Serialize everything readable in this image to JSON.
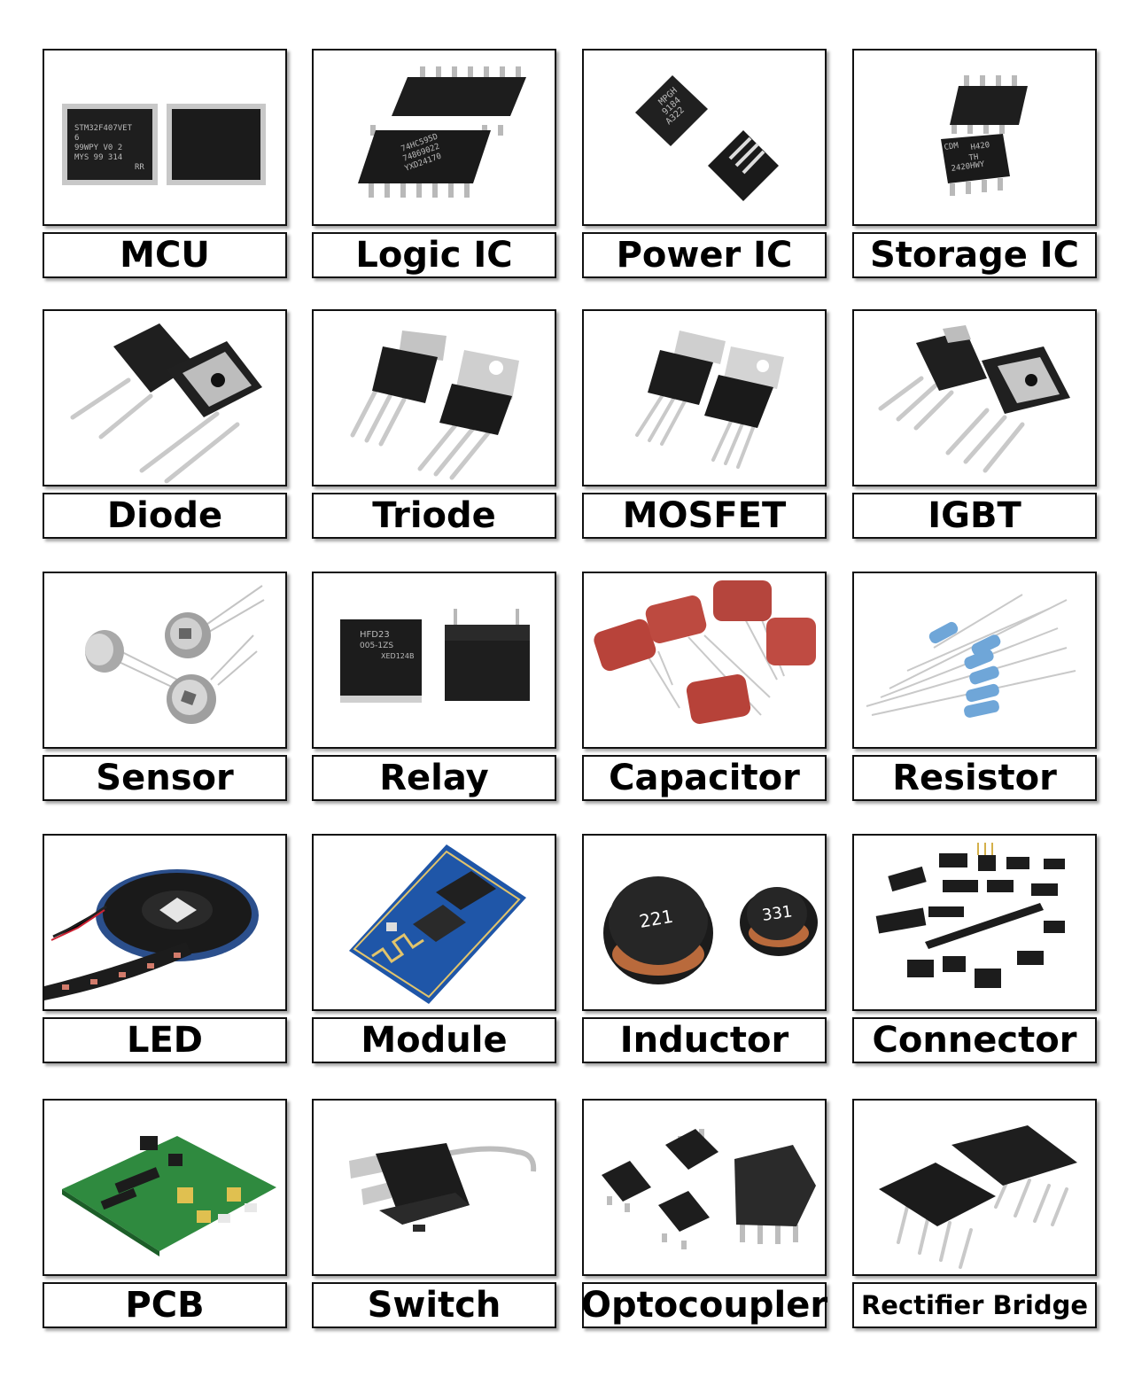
{
  "categories": [
    {
      "label": "MCU",
      "icon": "qfp-chip-icon"
    },
    {
      "label": "Logic IC",
      "icon": "soic-chip-icon"
    },
    {
      "label": "Power IC",
      "icon": "qfn-chip-icon"
    },
    {
      "label": "Storage IC",
      "icon": "soic8-chip-icon"
    },
    {
      "label": "Diode",
      "icon": "to247-diode-icon"
    },
    {
      "label": "Triode",
      "icon": "to220-transistor-icon"
    },
    {
      "label": "MOSFET",
      "icon": "to220-mosfet-icon"
    },
    {
      "label": "IGBT",
      "icon": "to247-igbt-icon"
    },
    {
      "label": "Sensor",
      "icon": "pir-sensor-icon"
    },
    {
      "label": "Relay",
      "icon": "relay-icon"
    },
    {
      "label": "Capacitor",
      "icon": "film-capacitor-icon"
    },
    {
      "label": "Resistor",
      "icon": "resistor-icon"
    },
    {
      "label": "LED",
      "icon": "led-strip-icon"
    },
    {
      "label": "Module",
      "icon": "wifi-module-icon"
    },
    {
      "label": "Inductor",
      "icon": "inductor-icon"
    },
    {
      "label": "Connector",
      "icon": "connector-icon"
    },
    {
      "label": "PCB",
      "icon": "pcb-board-icon"
    },
    {
      "label": "Switch",
      "icon": "micro-switch-icon"
    },
    {
      "label": "Optocoupler",
      "icon": "optocoupler-icon"
    },
    {
      "label": "Rectifier Bridge",
      "icon": "rectifier-bridge-icon"
    }
  ],
  "chip_markings": {
    "mcu": [
      "STM32F407VET",
      "6",
      "99WPY V0 2",
      "MYS 99 314",
      "RR"
    ],
    "logic": [
      "74HC595D",
      "74869022",
      "YXD24170"
    ],
    "power": [
      "MPGH",
      "9184",
      "A322"
    ],
    "storage": [
      "CDM",
      "TH",
      "2420HWY",
      "H420"
    ],
    "relay": [
      "HFD23",
      "005-1ZS",
      "XED124B"
    ],
    "inductor": [
      "221",
      "331"
    ]
  }
}
